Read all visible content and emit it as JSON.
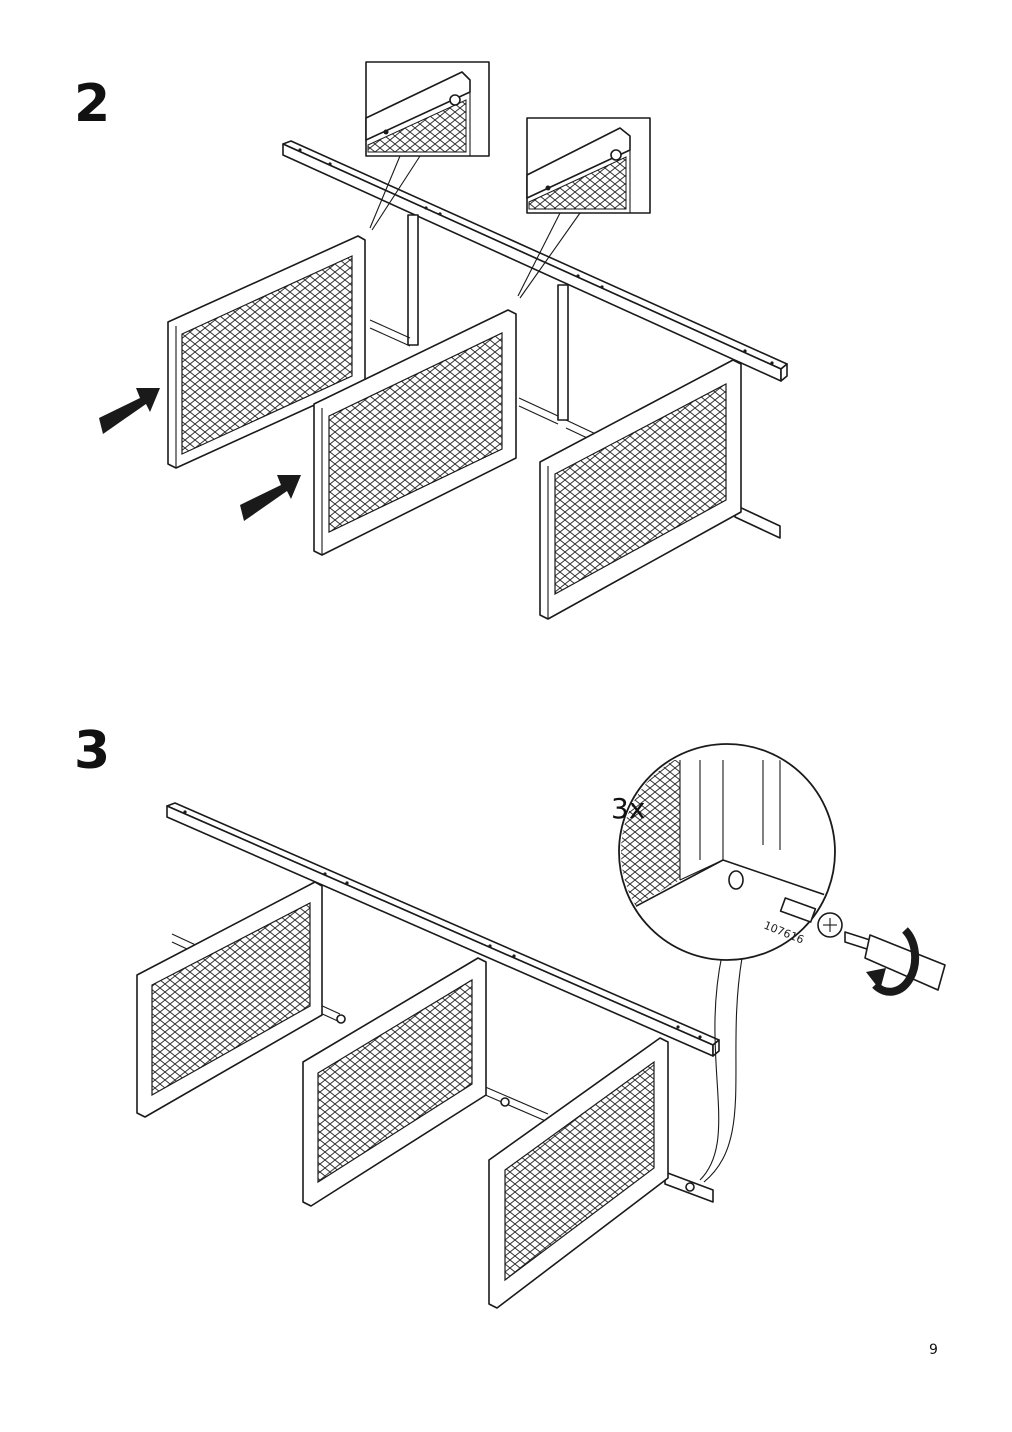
{
  "steps": [
    {
      "number": "2"
    },
    {
      "number": "3"
    }
  ],
  "step3": {
    "quantity": "3x",
    "part_number": "107616"
  },
  "footer": {
    "page_number": "9"
  },
  "icons": {
    "push_arrow": "push-arrow-icon",
    "rotate_arrow": "rotate-clockwise-icon",
    "screwdriver": "screwdriver-icon",
    "screw": "screw-icon"
  },
  "colors": {
    "ink": "#1a1a1a",
    "paper": "#ffffff"
  }
}
